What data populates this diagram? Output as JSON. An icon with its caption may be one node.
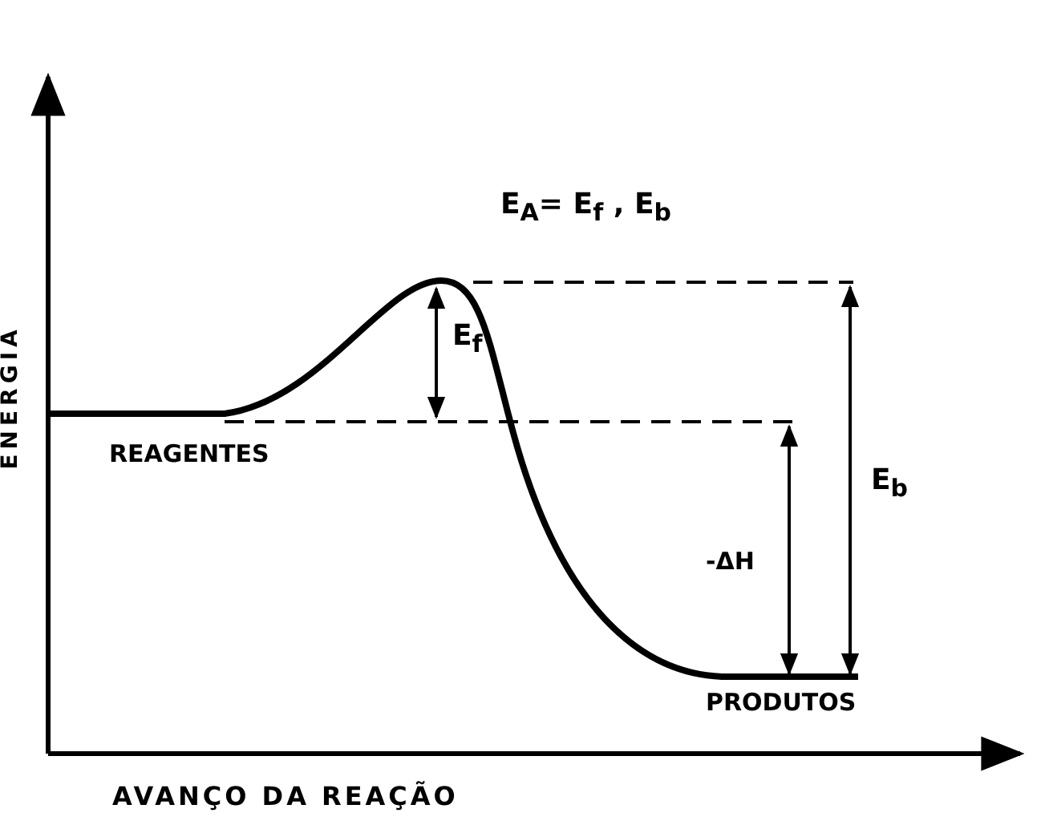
{
  "diagram": {
    "labels": [
      "E$_{A}$= E$_{f}$ , E$_{b}$",
      "E$_{f}$",
      "REAGENTES",
      "E$_{b}$",
      "-ΔH",
      "PRODUTOS",
      "ENERGIA",
      "AVANÇO DA REAÇÃO"
    ]
  }
}
